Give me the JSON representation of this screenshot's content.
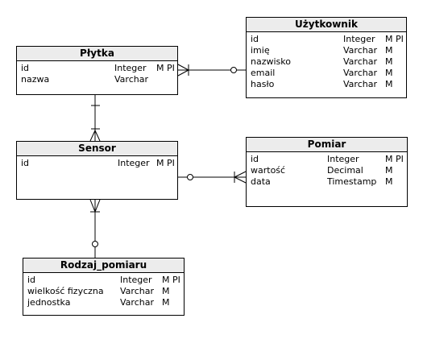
{
  "entities": {
    "plytka": {
      "title": "Płytka",
      "attributes": [
        {
          "name": "id",
          "type": "Integer",
          "flags": "M PI"
        },
        {
          "name": "nazwa",
          "type": "Varchar",
          "flags": ""
        }
      ]
    },
    "uzytkownik": {
      "title": "Użytkownik",
      "attributes": [
        {
          "name": "id",
          "type": "Integer",
          "flags": "M PI"
        },
        {
          "name": "imię",
          "type": "Varchar",
          "flags": "M"
        },
        {
          "name": "nazwisko",
          "type": "Varchar",
          "flags": "M"
        },
        {
          "name": "email",
          "type": "Varchar",
          "flags": "M"
        },
        {
          "name": "hasło",
          "type": "Varchar",
          "flags": "M"
        }
      ]
    },
    "sensor": {
      "title": "Sensor",
      "attributes": [
        {
          "name": "id",
          "type": "Integer",
          "flags": "M PI"
        }
      ]
    },
    "pomiar": {
      "title": "Pomiar",
      "attributes": [
        {
          "name": "id",
          "type": "Integer",
          "flags": "M PI"
        },
        {
          "name": "wartość",
          "type": "Decimal",
          "flags": "M"
        },
        {
          "name": "data",
          "type": "Timestamp",
          "flags": "M"
        }
      ]
    },
    "rodzaj_pomiaru": {
      "title": "Rodzaj_pomiaru",
      "attributes": [
        {
          "name": "id",
          "type": "Integer",
          "flags": "M PI"
        },
        {
          "name": "wielkość fizyczna",
          "type": "Varchar",
          "flags": "M"
        },
        {
          "name": "jednostka",
          "type": "Varchar",
          "flags": "M"
        }
      ]
    }
  },
  "relationships": [
    {
      "from": "plytka",
      "to": "uzytkownik",
      "from_end": "one-or-many",
      "to_end": "zero-or-one"
    },
    {
      "from": "plytka",
      "to": "sensor",
      "from_end": "one",
      "to_end": "one-or-many"
    },
    {
      "from": "sensor",
      "to": "pomiar",
      "from_end": "zero-or-one",
      "to_end": "one-or-many"
    },
    {
      "from": "sensor",
      "to": "rodzaj_pomiaru",
      "from_end": "one-or-many",
      "to_end": "zero-or-one"
    }
  ]
}
